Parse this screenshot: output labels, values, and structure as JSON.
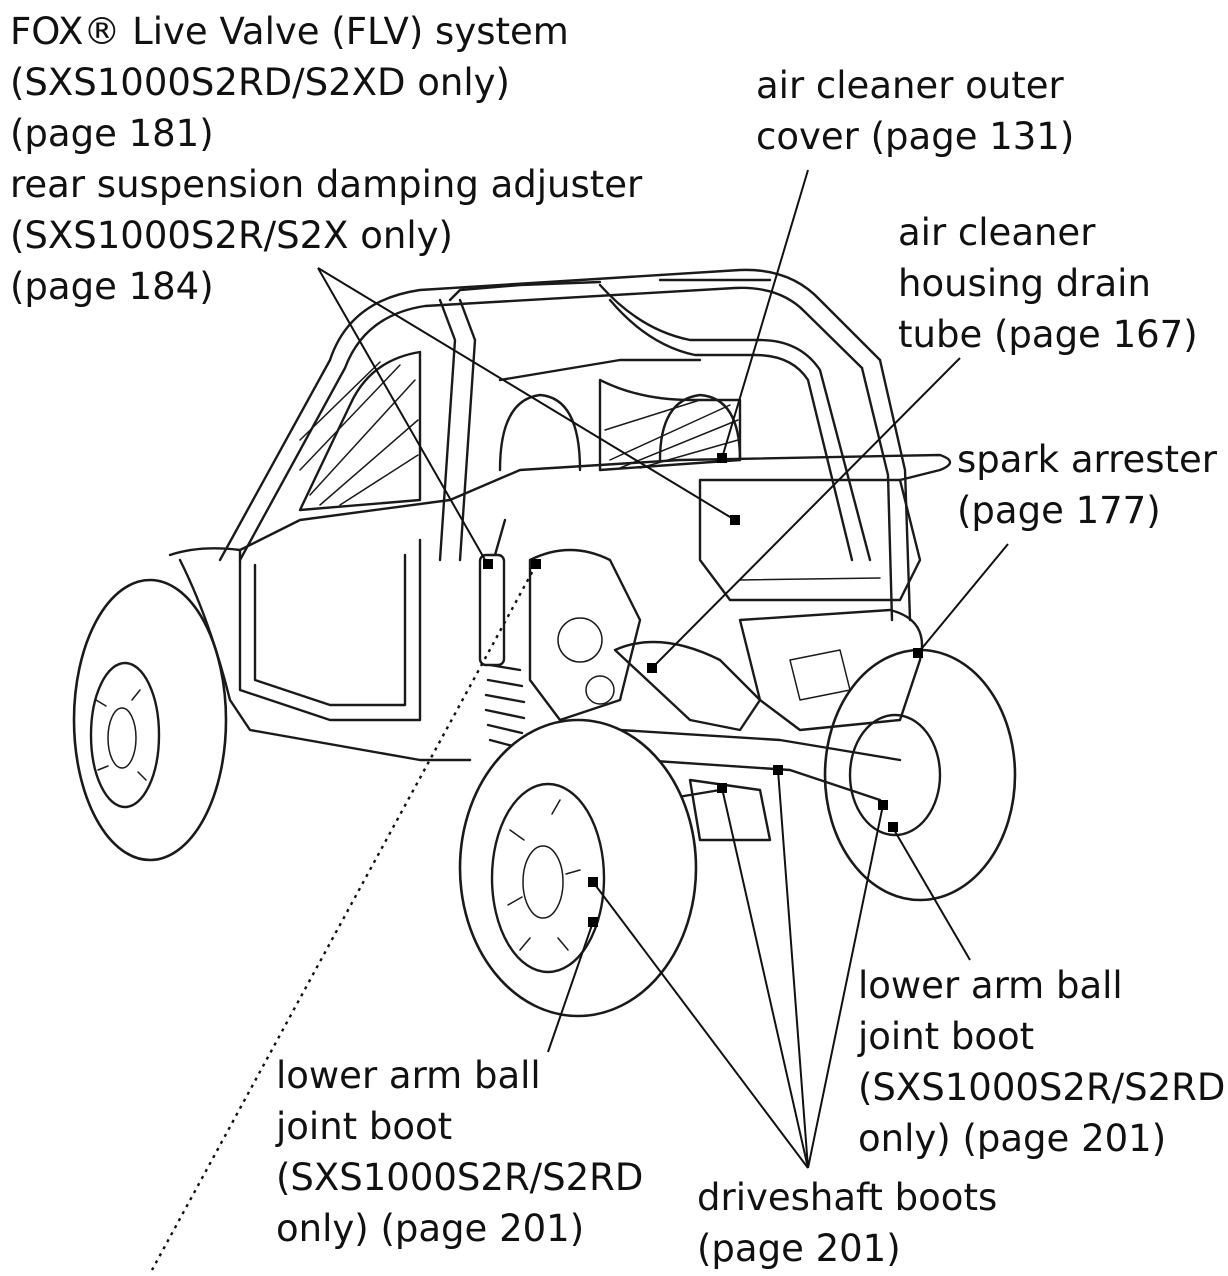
{
  "labels": {
    "flv": {
      "line1": "FOX® Live Valve (FLV) system",
      "line2": "(SXS1000S2RD/S2XD only)",
      "line3": "(page 181)",
      "line4": "rear suspension damping adjuster",
      "line5": "(SXS1000S2R/S2X only)",
      "line6": "(page 184)"
    },
    "air_cleaner_cover": {
      "line1": "air cleaner outer",
      "line2": "cover (page 131)"
    },
    "drain_tube": {
      "line1": "air cleaner",
      "line2": "housing drain",
      "line3": "tube (page 167)"
    },
    "spark_arrester": {
      "line1": "spark arrester",
      "line2": "(page 177)"
    },
    "lower_arm_right": {
      "line1": "lower arm ball",
      "line2": "joint boot",
      "line3": "(SXS1000S2R/S2RD",
      "line4": "only) (page 201)"
    },
    "lower_arm_left": {
      "line1": "lower arm ball",
      "line2": "joint boot",
      "line3": "(SXS1000S2R/S2RD",
      "line4": "only) (page 201)"
    },
    "driveshaft": {
      "line1": "driveshaft boots",
      "line2": "(page 201)"
    }
  }
}
